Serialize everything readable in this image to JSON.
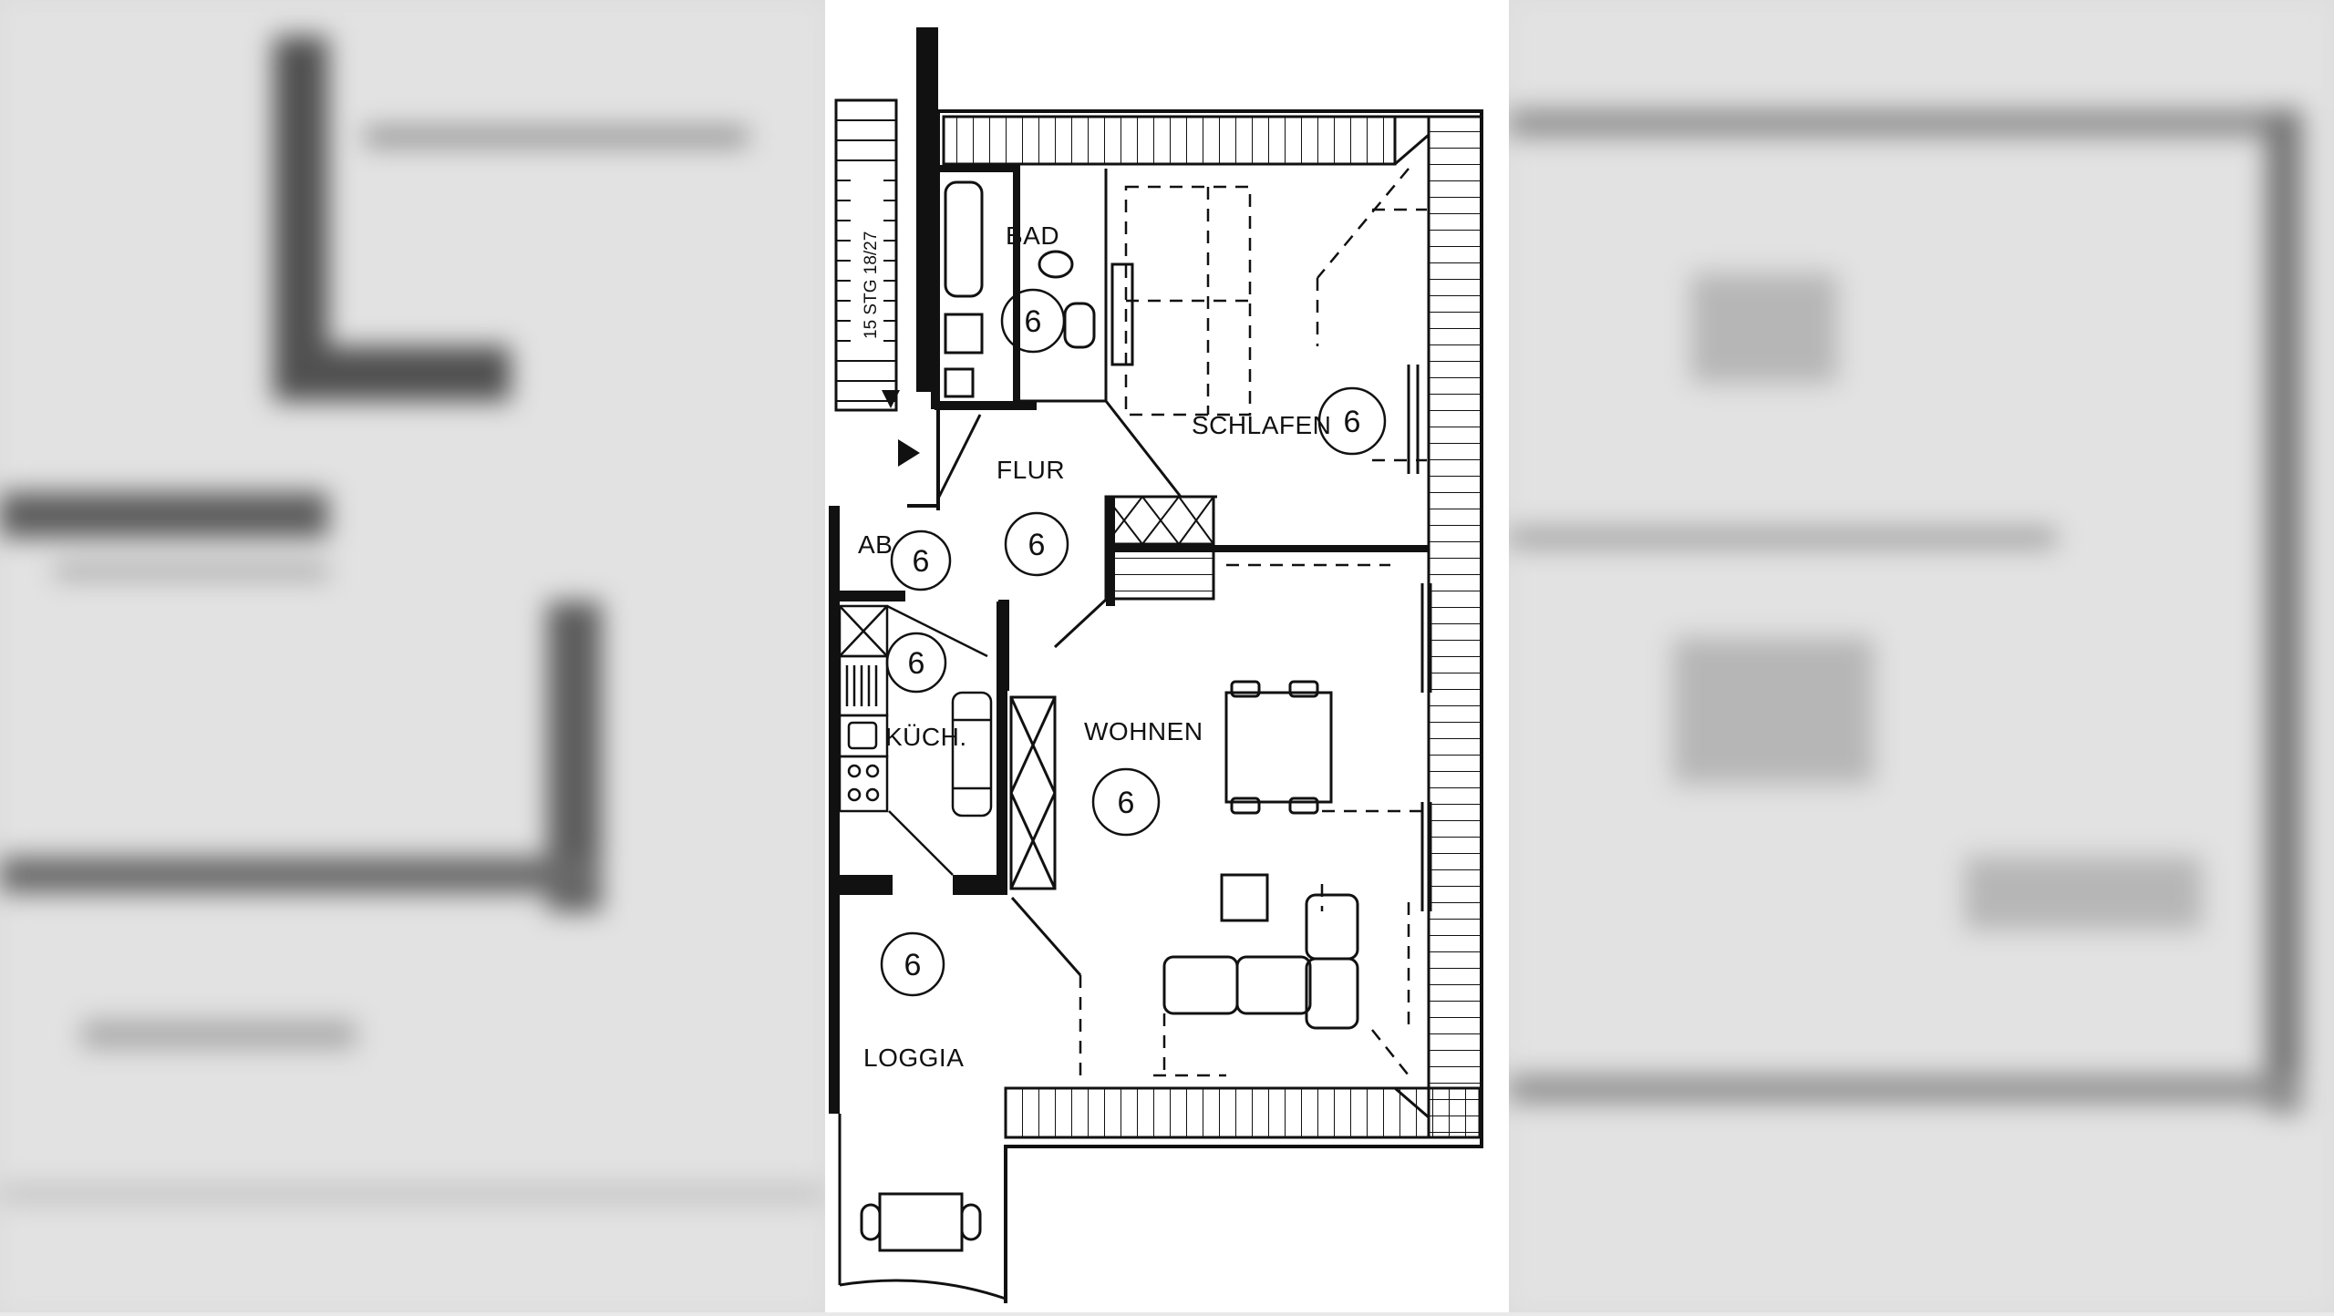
{
  "rooms": {
    "bad": "BAD",
    "schlafen": "SCHLAFEN",
    "flur": "FLUR",
    "abstell": "AB.",
    "kueche": "KÜCH.",
    "wohnen": "WOHNEN",
    "loggia": "LOGGIA"
  },
  "room_badge_number": "6",
  "stair_note": "15 STG 18/27",
  "colors": {
    "line": "#111111",
    "paper": "#ffffff",
    "background": "#e9e9e9"
  },
  "icons": [
    "entry-arrow-icon",
    "stair-arrow-icon"
  ]
}
